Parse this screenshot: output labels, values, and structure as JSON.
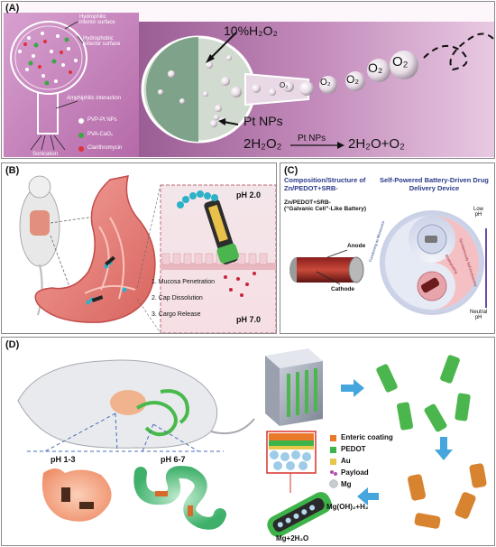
{
  "panel_a": {
    "label": "(A)",
    "hydrophilic_interior": "Hydrophilic\ninterior surface",
    "hydrophobic_exterior": "Hydrophobic\nexterior surface",
    "amphiphilic": "Amphiphilic interaction",
    "sonication": "Sonication",
    "legend": [
      {
        "text": "PVP-Pt NPs",
        "color": "#ffffff"
      },
      {
        "text": "PVA-CaO₂",
        "color": "#3aa845"
      },
      {
        "text": "Clarithromycin",
        "color": "#e0303a"
      }
    ],
    "h2o2": "10%H₂O₂",
    "pt_nps": "Pt NPs",
    "o2": "O₂",
    "eq_left": "2H₂O₂",
    "eq_catalyst": "Pt NPs",
    "eq_right": "2H₂O+O₂"
  },
  "panel_b": {
    "label": "(B)",
    "ph_top": "pH  2.0",
    "ph_bottom": "pH  7.0",
    "steps": [
      "1. Mucosa Penetration",
      "2. Cap Dissolution",
      "3. Cargo Release"
    ]
  },
  "panel_c": {
    "label": "(C)",
    "title_left": "Composition/Structure of\nZn/PEDOT+SRB-",
    "subtitle_left": "Zn/PEDOT+SRB-\n(“Galvanic Cell”-Like Battery)",
    "anode": "Anode",
    "cathode": "Cathode",
    "title_right": "Self-Powered Battery-Driven Drug\nDelivery Device",
    "low_ph": "Low\npH",
    "neutral_ph": "Neutral\npH",
    "arc_left": "Functioning as Micromotor",
    "arc_right": "Spontaneously Self-Destructing",
    "arc_inner": "Biodegrading"
  },
  "panel_d": {
    "label": "(D)",
    "ph_left": "pH 1-3",
    "ph_right": "pH 6-7",
    "legend": [
      {
        "text": "Enteric coating",
        "color": "#e87a2a"
      },
      {
        "text": "PEDOT",
        "color": "#3db34a"
      },
      {
        "text": "Au",
        "color": "#e8c64a"
      },
      {
        "text": "Payload",
        "color": "#b44fa8"
      },
      {
        "text": "Mg",
        "color": "#c8ccd2"
      }
    ],
    "mgoh": "Mg(OH)₂+H₂",
    "mg_h2o": "Mg+2H₂O"
  }
}
